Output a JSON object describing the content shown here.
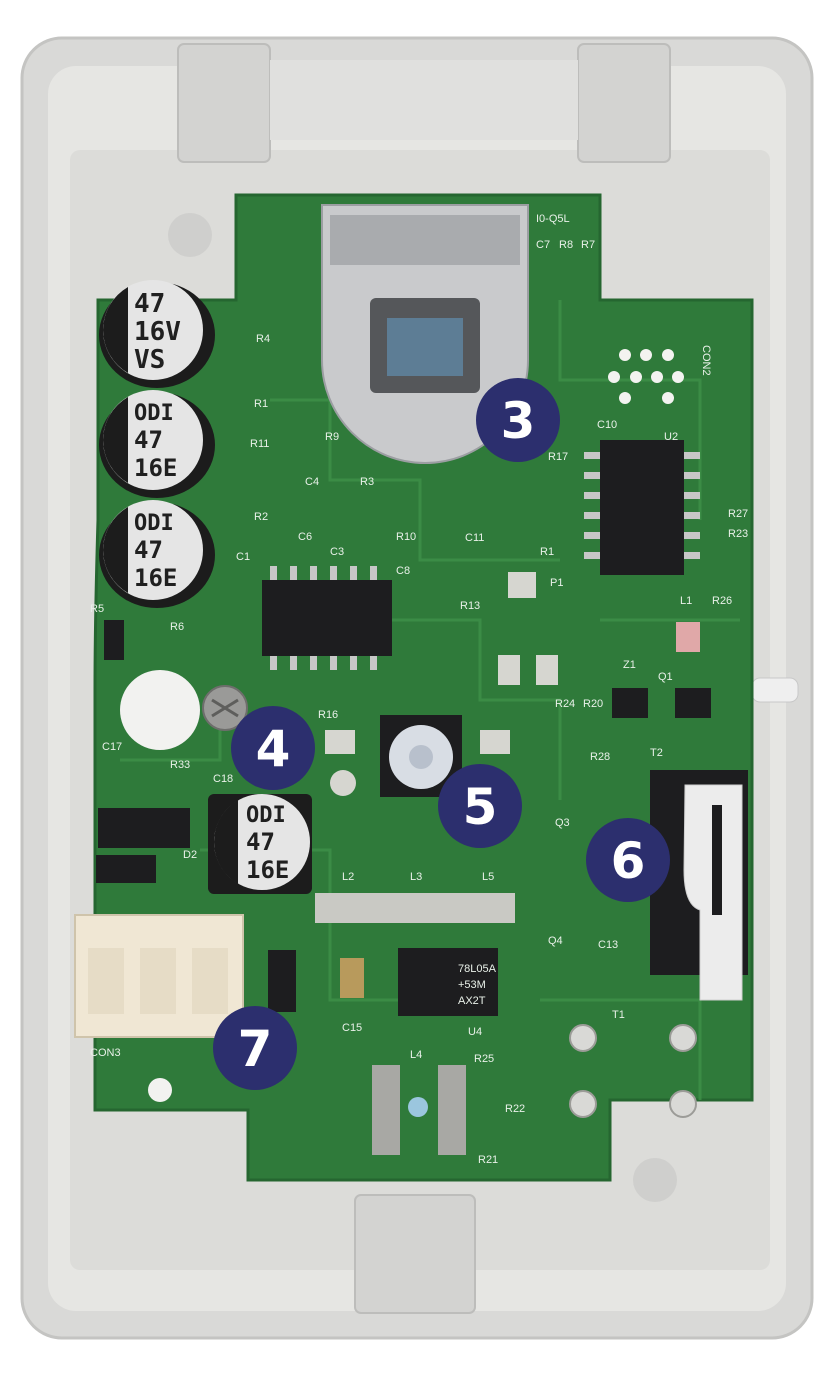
{
  "photo": {
    "subject": "Circuit board inside open plastic sensor housing",
    "board_id": "I0-Q5L",
    "colors": {
      "housing": "#dcdcda",
      "pcb": "#2f7a3a",
      "badge": "#2c2f6e"
    }
  },
  "callouts": [
    {
      "number": "3",
      "target": "pir-sensor"
    },
    {
      "number": "4",
      "target": "mounting-screw"
    },
    {
      "number": "5",
      "target": "potentiometer"
    },
    {
      "number": "6",
      "target": "tamper-switch"
    },
    {
      "number": "7",
      "target": "power-connector"
    }
  ],
  "capacitor_labels": {
    "cap1": [
      "47",
      "16V",
      "VS"
    ],
    "cap2": [
      "ODI",
      "47",
      "16E"
    ],
    "cap3": [
      "ODI",
      "47",
      "16E"
    ],
    "cap4": [
      "ODI",
      "47",
      "16E"
    ]
  },
  "silkscreen": {
    "c7": "C7",
    "r8": "R8",
    "r7": "R7",
    "con2": "CON2",
    "r4": "R4",
    "r1": "R1",
    "r11": "R11",
    "r9": "R9",
    "r3": "R3",
    "c4": "C4",
    "r2": "R2",
    "c1": "C1",
    "c6": "C6",
    "c3": "C3",
    "r10": "R10",
    "c8": "C8",
    "c10": "C10",
    "u2": "U2",
    "r17": "R17",
    "r27": "R27",
    "r23": "R23",
    "c11": "C11",
    "r1b": "R1",
    "p1": "P1",
    "r13": "R13",
    "r5": "R5",
    "r6": "R6",
    "l1": "L1",
    "r26": "R26",
    "z1": "Z1",
    "q1": "Q1",
    "r24": "R24",
    "r20": "R20",
    "r28": "R28",
    "t2": "T2",
    "r16": "R16",
    "c17": "C17",
    "r33": "R33",
    "c18": "C18",
    "d2": "D2",
    "l2": "L2",
    "l3": "L3",
    "l5": "L5",
    "q3": "Q3",
    "q4": "Q4",
    "c13": "C13",
    "c15": "C15",
    "u4": "U4",
    "con3": "CON3",
    "t1": "T1",
    "l4": "L4",
    "r25": "R25",
    "r22": "R22",
    "r21": "R21",
    "reg1": "78L05A",
    "reg2": "+53M",
    "reg3": "AX2T"
  }
}
